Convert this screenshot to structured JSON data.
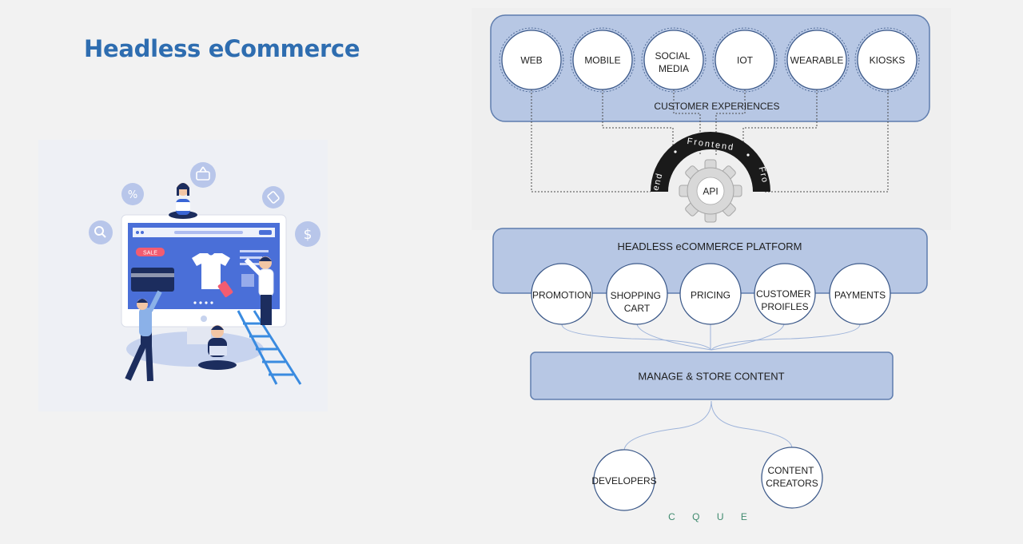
{
  "title": "Headless eCommerce",
  "customer_experiences": {
    "label": "CUSTOMER EXPERIENCES",
    "channels": [
      {
        "line1": "WEB",
        "line2": ""
      },
      {
        "line1": "MOBILE",
        "line2": ""
      },
      {
        "line1": "SOCIAL",
        "line2": "MEDIA"
      },
      {
        "line1": "IOT",
        "line2": ""
      },
      {
        "line1": "WEARABLE",
        "line2": ""
      },
      {
        "line1": "KIOSKS",
        "line2": ""
      }
    ]
  },
  "api": {
    "label": "API",
    "arc_left": "end",
    "arc_center": "Frontend",
    "arc_right": "Fro"
  },
  "platform": {
    "label": "HEADLESS eCOMMERCE PLATFORM",
    "modules": [
      {
        "line1": "PROMOTION",
        "line2": ""
      },
      {
        "line1": "SHOPPING",
        "line2": "CART"
      },
      {
        "line1": "PRICING",
        "line2": ""
      },
      {
        "line1": "CUSTOMER",
        "line2": "PROIFLES"
      },
      {
        "line1": "PAYMENTS",
        "line2": ""
      }
    ]
  },
  "content": {
    "label": "MANAGE & STORE CONTENT"
  },
  "roles": [
    {
      "line1": "DEVELOPERS",
      "line2": ""
    },
    {
      "line1": "CONTENT",
      "line2": "CREATORS"
    }
  ],
  "brand": "C Q U E",
  "illustration": {
    "sale_badge": "SALE"
  },
  "colors": {
    "title": "#2e6db0",
    "box_fill": "#b7c7e4",
    "box_stroke": "#5f7dae",
    "circle_stroke": "#3d5a8a",
    "connector": "#9db3da",
    "brand": "#3f8a6e"
  }
}
